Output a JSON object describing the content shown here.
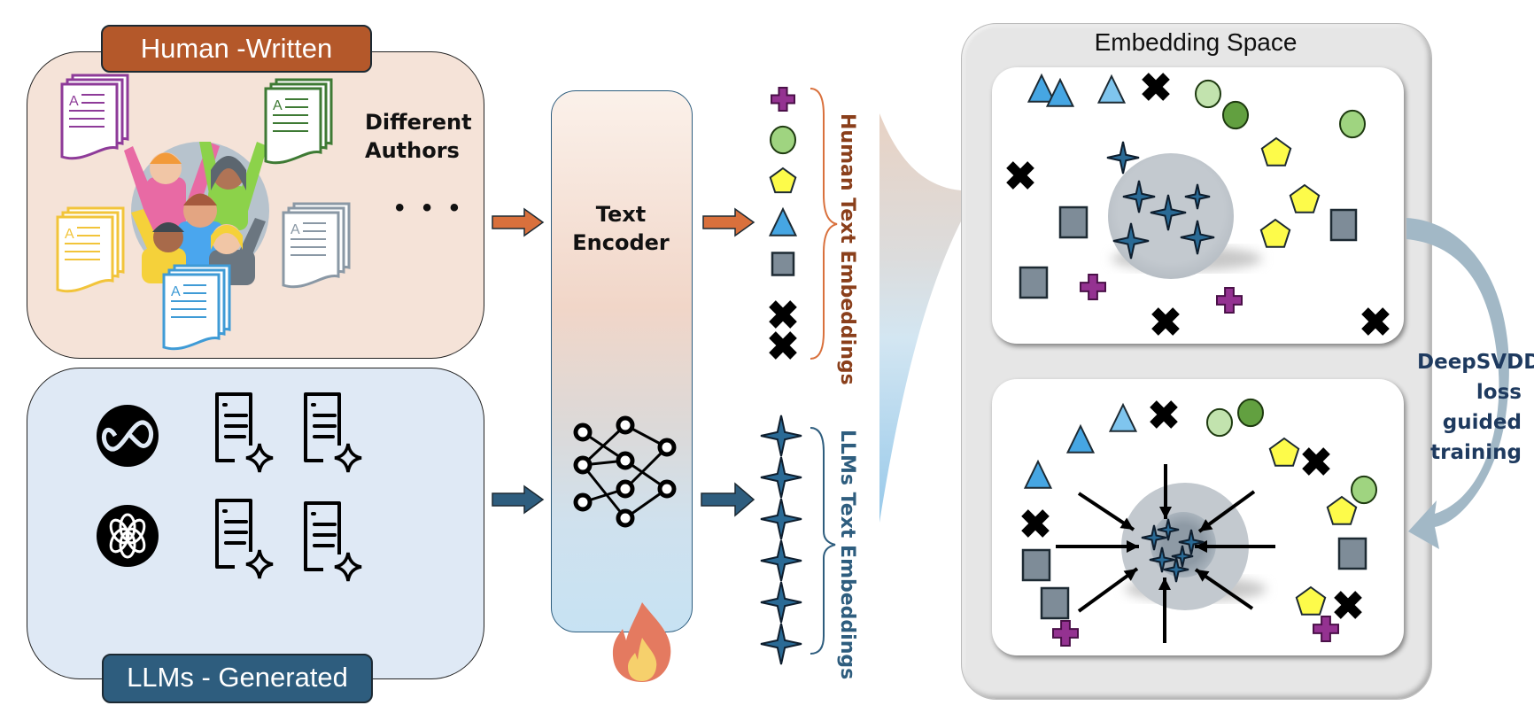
{
  "human_panel": {
    "tag": "Human -Written",
    "authors_line1": "Different",
    "authors_line2": "Authors",
    "ellipsis": "• • •",
    "doc_colors": [
      "#8e3b99",
      "#3e7a34",
      "#f2c43a",
      "#8a98a5",
      "#3f9bd6"
    ]
  },
  "llm_panel": {
    "tag": "LLMs - Generated",
    "logos": [
      "meta-logo",
      "openai-logo"
    ]
  },
  "encoder": {
    "line1": "Text",
    "line2": "Encoder"
  },
  "embeddings": {
    "human_label": "Human Text Embeddings",
    "llm_label": "LLMs Text Embeddings",
    "human_shapes": [
      "plus",
      "circle",
      "pentagon",
      "triangle",
      "square",
      "cross",
      "cross"
    ],
    "llm_count": 6
  },
  "embedding_space": {
    "title": "Embedding Space",
    "training_label": [
      "DeepSVDD",
      "loss",
      "guided",
      "training"
    ]
  },
  "colors": {
    "human_accent": "#d9703c",
    "human_tag": "#b4582a",
    "llm_accent": "#2e5d7e",
    "star": "#2a6a95",
    "plus": "#943291",
    "circle_light": "#9fd480",
    "circle_pale": "#c2e3ae",
    "circle_dark": "#62a040",
    "pentagon": "#fdfb4a",
    "triangle": "#46a6e3",
    "triangle_light": "#7fc5ee",
    "square": "#7e8c98"
  }
}
